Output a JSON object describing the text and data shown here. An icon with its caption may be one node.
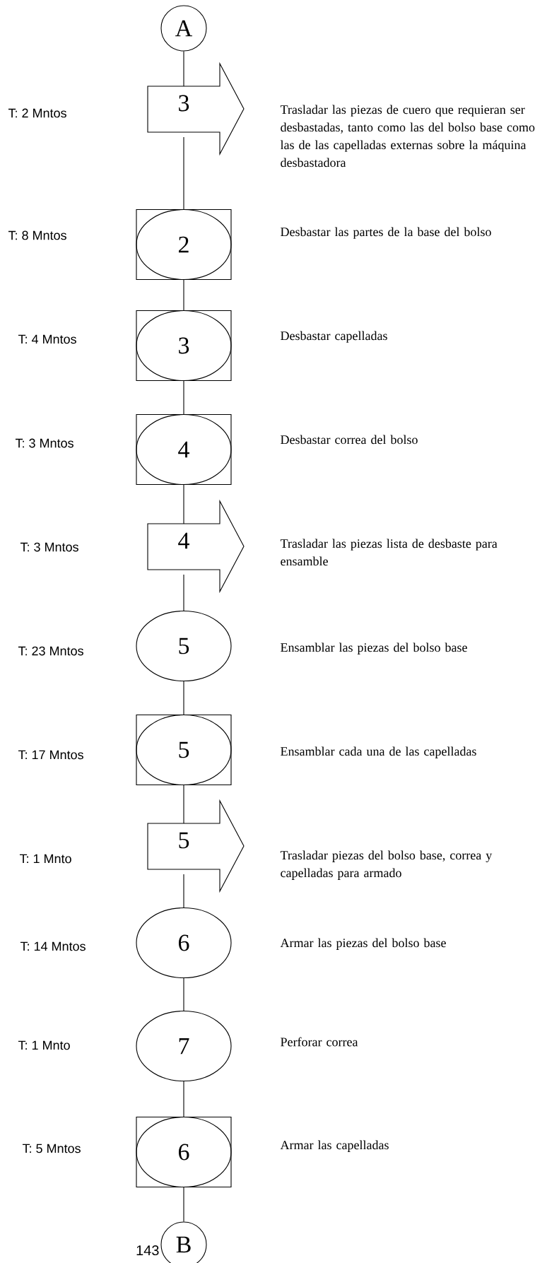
{
  "diagram": {
    "nodes": [
      {
        "text": [
          "A"
        ]
      },
      {
        "text": [
          "3"
        ],
        "beside": [
          "Trasladar las piezas de cuero que requieran ser desbastadas, tanto como las del bolso base como las de las capelladas externas sobre la máquina desbastadora"
        ]
      },
      {
        "text": [
          "2"
        ],
        "beside": [
          "Desbastar las partes de la base del bolso"
        ]
      },
      {
        "text": [
          "3"
        ],
        "beside": [
          "Desbastar capelladas"
        ]
      },
      {
        "text": [
          "4"
        ],
        "beside": [
          "Desbastar correa del bolso"
        ]
      },
      {
        "text": [
          "4"
        ],
        "beside": [
          "Trasladar las piezas lista de desbaste para ensamble"
        ]
      },
      {
        "text": [
          "5"
        ],
        "beside": [
          "Ensamblar las piezas del bolso base"
        ]
      },
      {
        "text": [
          "5"
        ],
        "beside": [
          "Ensamblar cada una de las capelladas"
        ]
      },
      {
        "text": [
          "5"
        ],
        "beside": [
          "Trasladar piezas del bolso base, correa  y capelladas para armado"
        ]
      },
      {
        "text": [
          "6"
        ],
        "beside": [
          "Armar las piezas del bolso base"
        ]
      },
      {
        "text": [
          "7"
        ],
        "beside": [
          "Perforar correa"
        ]
      },
      {
        "text": [
          "6"
        ],
        "beside": [
          "Armar las capelladas"
        ]
      },
      {
        "text": [
          "B"
        ]
      }
    ],
    "edges": [
      {
        "from": 0,
        "to": 1,
        "arrow": "none"
      },
      {
        "from": 1,
        "to": 2,
        "arrow": "none"
      },
      {
        "from": 2,
        "to": 3,
        "arrow": "none"
      },
      {
        "from": 3,
        "to": 4,
        "arrow": "none"
      },
      {
        "from": 4,
        "to": 5,
        "arrow": "none"
      },
      {
        "from": 5,
        "to": 6,
        "arrow": "none"
      },
      {
        "from": 6,
        "to": 7,
        "arrow": "none"
      },
      {
        "from": 7,
        "to": 8,
        "arrow": "none"
      },
      {
        "from": 8,
        "to": 9,
        "arrow": "none"
      },
      {
        "from": 9,
        "to": 10,
        "arrow": "none"
      },
      {
        "from": 10,
        "to": 11,
        "arrow": "none"
      },
      {
        "from": 11,
        "to": 12,
        "arrow": "none"
      }
    ],
    "labels": [
      "T: 2 Mntos",
      "T: 8 Mntos",
      "T: 4 Mntos",
      "T: 3 Mntos",
      "T: 3 Mntos",
      "T: 23 Mntos",
      "T: 17 Mntos",
      "T: 1 Mnto",
      "T: 14 Mntos",
      "T: 1 Mnto",
      "T: 5 Mntos",
      "143"
    ]
  }
}
